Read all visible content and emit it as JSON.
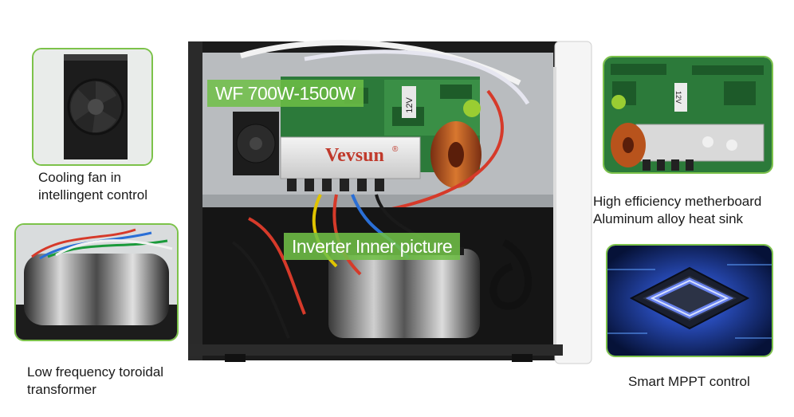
{
  "colors": {
    "accent_green": "#7cc24a",
    "overlay_green": "#6fbf47",
    "chip_blue": "#2f5bff",
    "board_green": "#2c7a3a"
  },
  "main_photo": {
    "model_label": "WF 700W-1500W",
    "brand_label": "Vevsun",
    "brand_mark": "®",
    "board_marking": "12V",
    "inner_label": "Inverter Inner picture"
  },
  "insets": {
    "fan": {
      "caption_line1": "Cooling fan in",
      "caption_line2": "intellingent control",
      "icon": "cooling-fan-icon"
    },
    "transformer": {
      "caption_line1": "Low frequency toroidal",
      "caption_line2": "transformer",
      "icon": "toroidal-transformer-icon"
    },
    "motherboard": {
      "caption_line1": "High efficiency metherboard",
      "caption_line2": "Aluminum alloy heat sink",
      "board_marking": "12V",
      "icon": "circuit-board-icon"
    },
    "mppt": {
      "caption": "Smart MPPT control",
      "icon": "processor-chip-icon"
    }
  }
}
